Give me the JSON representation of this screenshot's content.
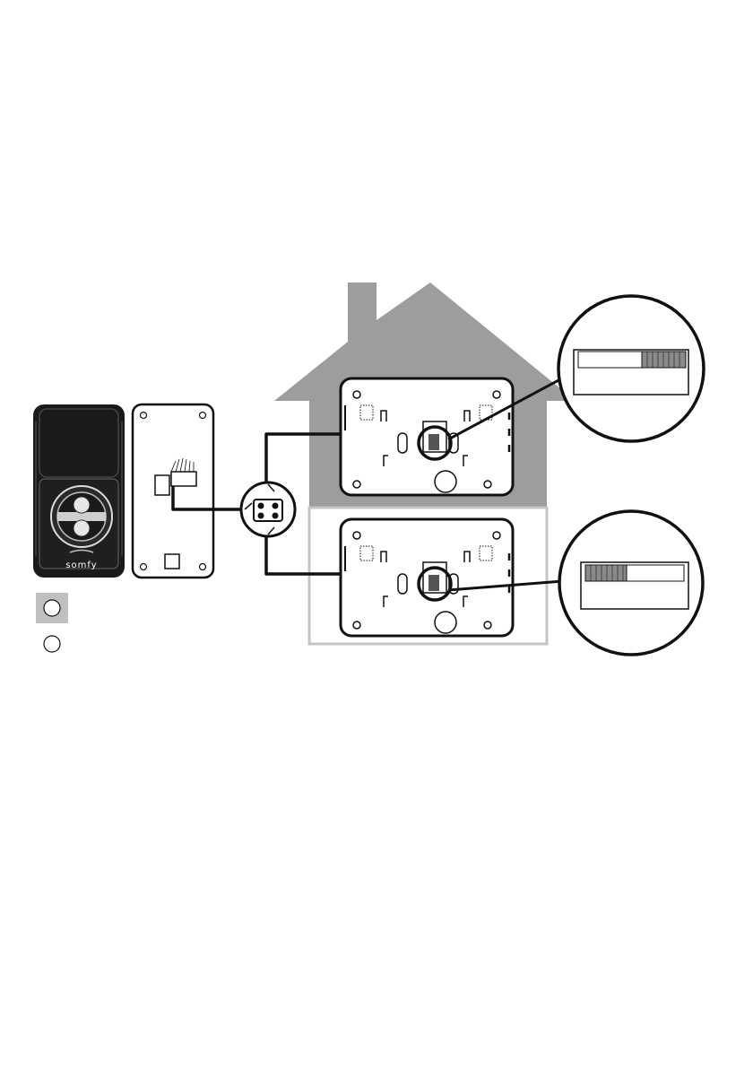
{
  "brand": {
    "logo_text": "somfy"
  },
  "legend": {
    "items": [
      {
        "symbol": "circle-on-grey",
        "label": ""
      },
      {
        "symbol": "circle-on-white",
        "label": ""
      }
    ]
  },
  "colors": {
    "house": "#9d9d9d",
    "house_outline": "#c4c4c4",
    "outline": "#111111",
    "device_dark": "#1a1a1a",
    "switch_grey": "#8a8a8a"
  },
  "components": {
    "outdoor_unit": "doorbell-camera-front",
    "outdoor_unit_back": "doorbell-back-plate",
    "junction_box": "cable-junction-box",
    "monitor_upper": "indoor-monitor-back",
    "monitor_lower": "indoor-monitor-back",
    "zoom_upper": "dip-switch-right-position",
    "zoom_lower": "dip-switch-left-position"
  }
}
